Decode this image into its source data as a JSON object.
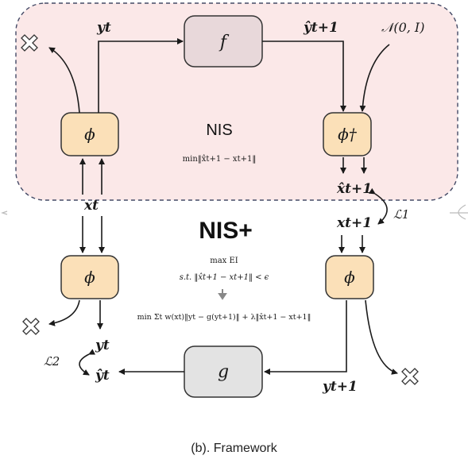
{
  "nis_label": "NIS",
  "nis_plus_label": "NIS+",
  "nis_objective": "min‖x̂t+1 − xt+1‖",
  "nisplus_obj_line1": "max EI",
  "nisplus_obj_line2": "s.t. ‖x̂t+1 − xt+1‖ < ϵ",
  "nisplus_obj_line3": "min Σt w(xt)‖yt − g(yt+1)‖ + λ‖x̂t+1 − xt+1‖",
  "nodes": {
    "f": "f",
    "g": "g",
    "phi": "ϕ",
    "phi_dagger": "ϕ†"
  },
  "symbols": {
    "y_t": "yt",
    "y_hat_t1": "ŷt+1",
    "noise": "𝒩(0, I)",
    "x_t": "xt",
    "x_hat_t1": "x̂t+1",
    "x_t1": "xt+1",
    "L1": "ℒ1",
    "L2": "ℒ2",
    "y_hat_t": "ŷt",
    "y_t1": "yt+1"
  },
  "caption": "(b). Framework",
  "colors": {
    "nis_region": "#fbe8e8",
    "f_box": "#e8d8da",
    "phi_box": "#fbe0b8",
    "g_box": "#e3e3e3"
  }
}
